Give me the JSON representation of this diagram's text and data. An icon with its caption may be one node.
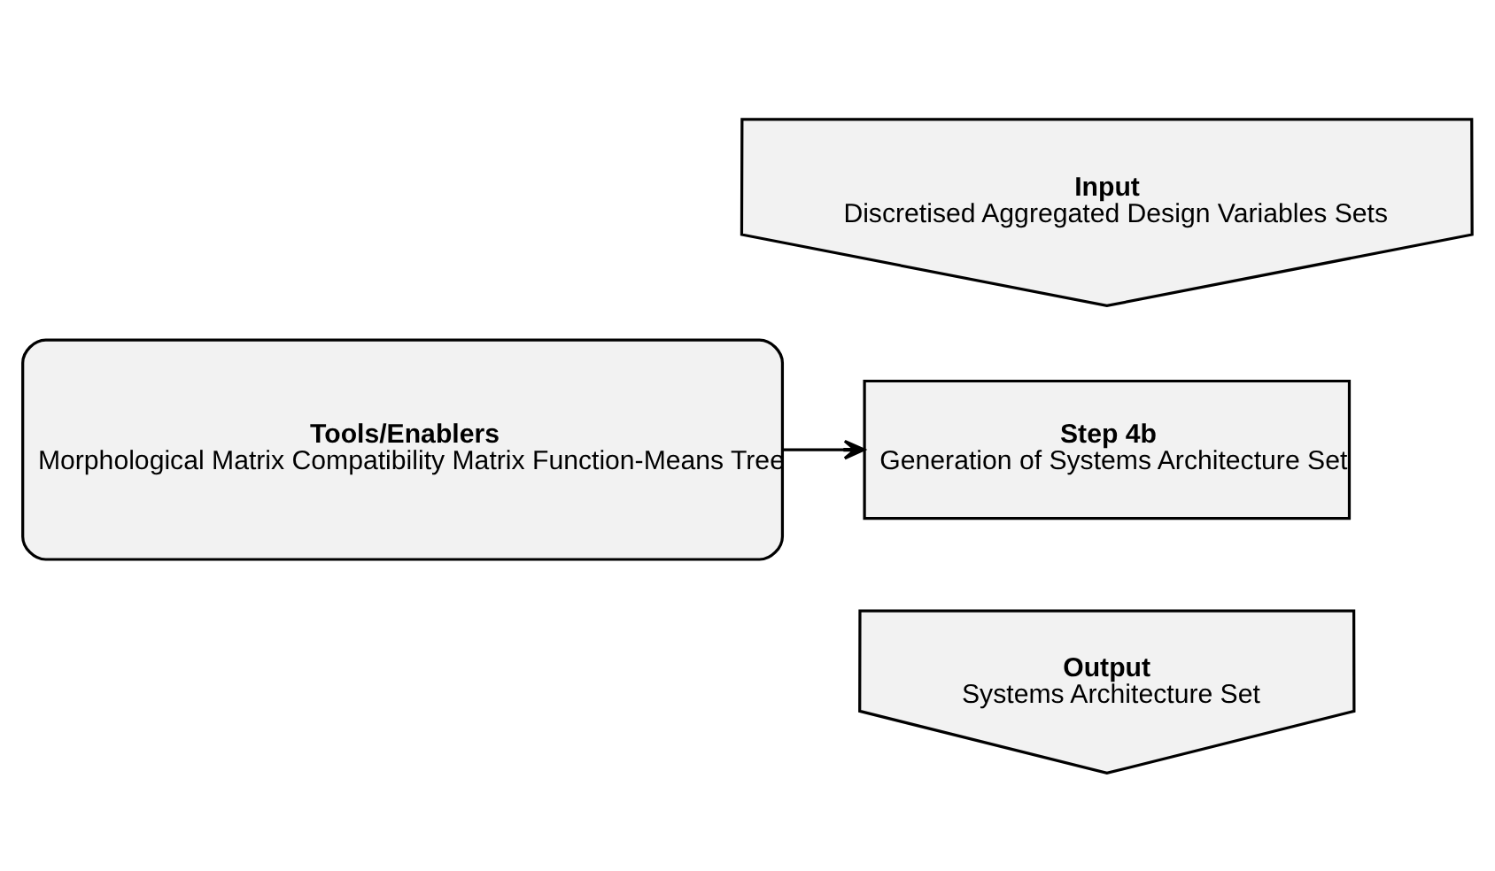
{
  "diagram": {
    "nodes": [
      {
        "text": [
          "Input",
          "Discretised Aggregated Design Variables Sets"
        ]
      },
      {
        "text": [
          "Tools/Enablers",
          "Morphological Matrix Compatibility Matrix Function-Means Tree"
        ]
      },
      {
        "text": [
          "Step 4b",
          "Generation of Systems Architecture Set"
        ]
      },
      {
        "text": [
          "Output",
          "Systems Architecture Set"
        ]
      }
    ],
    "edges": [
      {
        "from": 1,
        "to": 2,
        "arrow": "to"
      }
    ]
  }
}
